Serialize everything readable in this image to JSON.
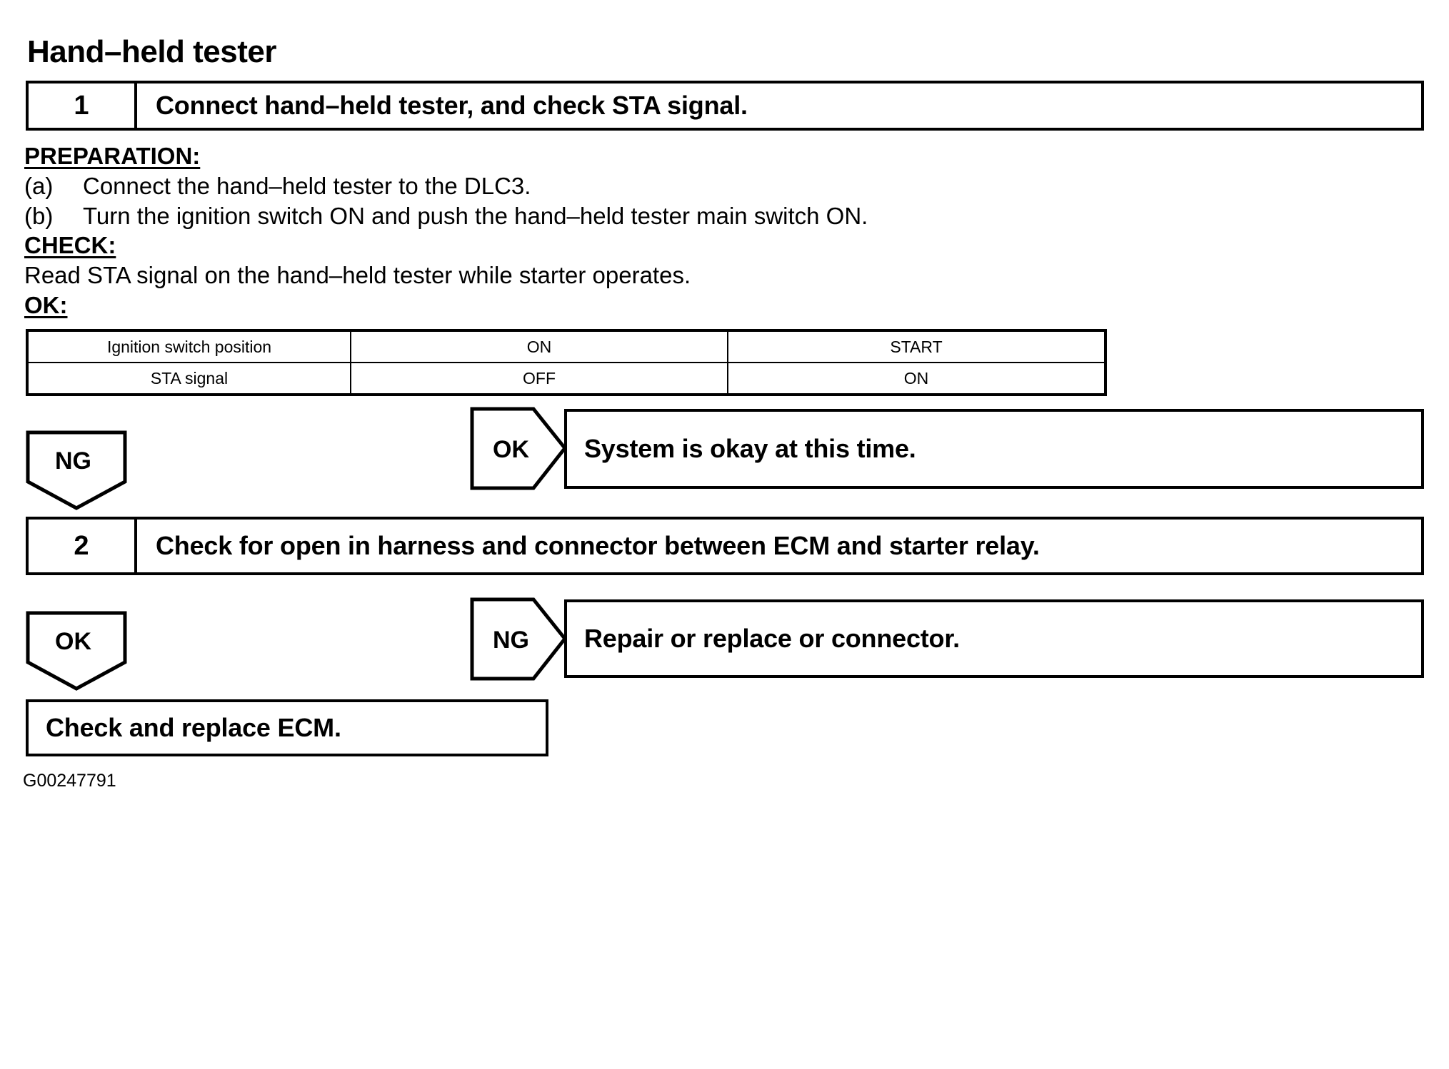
{
  "document": {
    "title": "Hand–held tester",
    "figure_id": "G00247791"
  },
  "steps": [
    {
      "number": "1",
      "text": "Connect hand–held tester, and check STA signal."
    },
    {
      "number": "2",
      "text": "Check for open in harness and connector between ECM and starter relay."
    }
  ],
  "procedure": {
    "preparation_label": "PREPARATION:",
    "preparation_items": [
      {
        "marker": "(a)",
        "text": "Connect the hand–held tester to the DLC3."
      },
      {
        "marker": "(b)",
        "text": "Turn the ignition switch ON and push the hand–held tester main switch ON."
      }
    ],
    "check_label": "CHECK:",
    "check_text": "Read STA signal on the hand–held tester while starter operates.",
    "ok_label": "OK:"
  },
  "result_table": {
    "rows": [
      {
        "header": "Ignition switch position",
        "values": [
          "ON",
          "START"
        ]
      },
      {
        "header": "STA signal",
        "values": [
          "OFF",
          "ON"
        ]
      }
    ]
  },
  "flow": {
    "ng_branch_1": "NG",
    "ok_branch_1": "OK",
    "ok_result_1": "System is okay at this time.",
    "ok_branch_2": "OK",
    "ng_branch_2": "NG",
    "ng_result_2": "Repair or replace or connector.",
    "final_action": "Check and replace ECM."
  }
}
